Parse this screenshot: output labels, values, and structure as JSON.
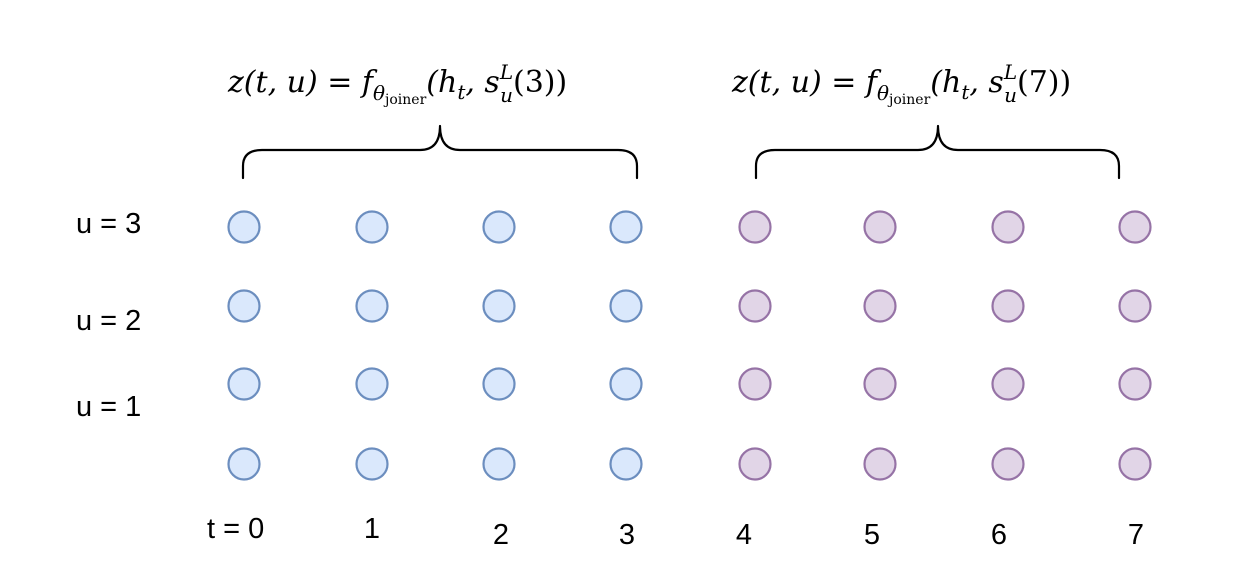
{
  "groups": [
    {
      "formula": {
        "lhs": "z(t, u) = f",
        "sub_theta": "θ",
        "sub_joiner": "joiner",
        "mid": "(h",
        "sub_t": "t",
        "comma": ", s",
        "sup_L": "L",
        "sub_u": "u",
        "rhs": "(3))"
      },
      "columns": [
        0,
        1,
        2,
        3
      ],
      "color_fill": "#dae8fc",
      "color_stroke": "#6c8ebf"
    },
    {
      "formula": {
        "lhs": "z(t, u) = f",
        "sub_theta": "θ",
        "sub_joiner": "joiner",
        "mid": "(h",
        "sub_t": "t",
        "comma": ", s",
        "sup_L": "L",
        "sub_u": "u",
        "rhs": "(7))"
      },
      "columns": [
        4,
        5,
        6,
        7
      ],
      "color_fill": "#e1d5e7",
      "color_stroke": "#9673a6"
    }
  ],
  "row_labels": [
    "u = 3",
    "u = 2",
    "u = 1"
  ],
  "col_labels": [
    "t = 0",
    "1",
    "2",
    "3",
    "4",
    "5",
    "6",
    "7"
  ],
  "rows": 4
}
